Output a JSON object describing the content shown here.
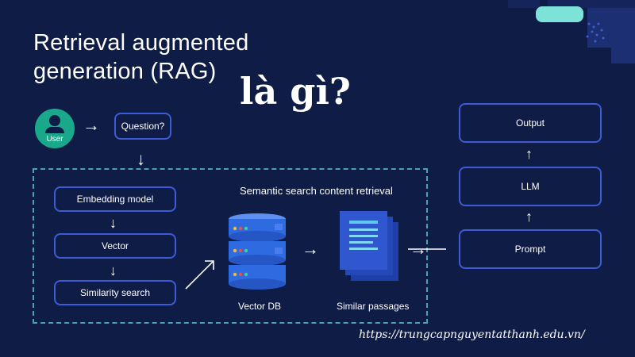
{
  "title": {
    "line1": "Retrieval augmented",
    "line2": "generation (RAG)",
    "overlay": "là gì?"
  },
  "nodes": {
    "user": "User",
    "question": "Question?",
    "embedding": "Embedding model",
    "vector": "Vector",
    "similarity": "Similarity search",
    "vectordb": "Vector DB",
    "passages": "Similar passages",
    "prompt": "Prompt",
    "llm": "LLM",
    "output": "Output"
  },
  "section_title": "Semantic search content retrieval",
  "url": "https://trungcapnguyentatthanh.edu.vn/",
  "icons": {
    "user": "user-icon",
    "database": "database-icon",
    "documents": "documents-icon"
  },
  "colors": {
    "background": "#0f1c45",
    "box_border": "#3d5bd6",
    "user_circle": "#19a98a",
    "dashed_border": "#4aa3a8",
    "db_blue": "#2f6be0"
  }
}
